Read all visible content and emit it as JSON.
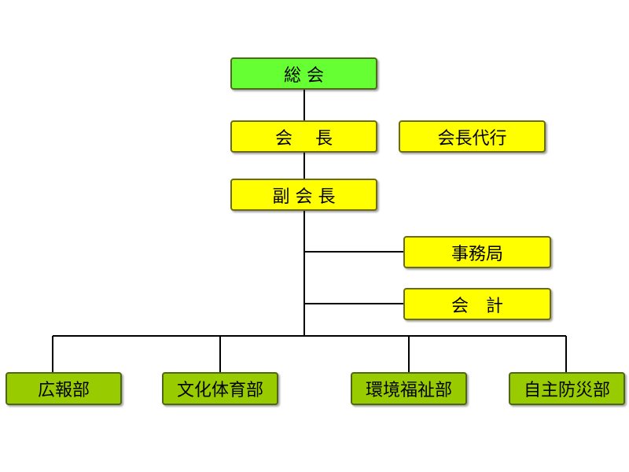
{
  "nodes": {
    "general_assembly": "総 会",
    "president": "会　 長",
    "acting_president": "会長代行",
    "vice_president": "副 会 長",
    "secretariat": "事務局",
    "accounting": "会　計",
    "pr_dept": "広報部",
    "culture_sports_dept": "文化体育部",
    "environment_welfare_dept": "環境福祉部",
    "disaster_prevention_dept": "自主防災部"
  },
  "colors": {
    "assembly_fill": "#66ff33",
    "officer_fill": "#ffff00",
    "department_fill": "#99cc00",
    "connector": "#000000"
  }
}
